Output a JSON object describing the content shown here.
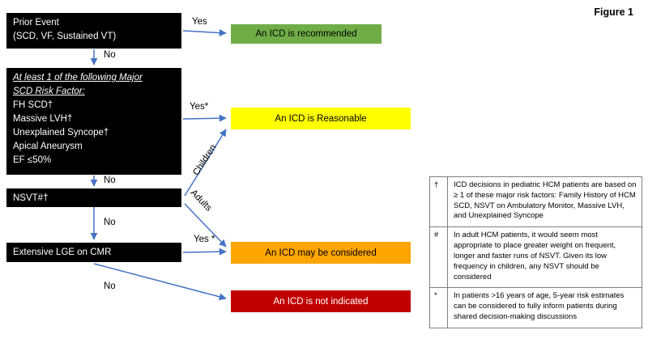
{
  "figure_label": "Figure 1",
  "nodes": {
    "prior_event": {
      "line1": "Prior Event",
      "line2": "(SCD, VF, Sustained VT)"
    },
    "risk_factors": {
      "heading1": "At least 1 of the following Major",
      "heading2": "SCD Risk Factor:",
      "items": [
        "FH SCD†",
        "Massive LVH†",
        "Unexplained Syncope†",
        "Apical Aneurysm",
        "EF ≤50%"
      ]
    },
    "nsvt": {
      "label": "NSVT#†"
    },
    "lge": {
      "label": "Extensive LGE on CMR"
    }
  },
  "outcomes": {
    "recommended": {
      "label": "An ICD is recommended",
      "color": "#70AD47"
    },
    "reasonable": {
      "label": "An ICD is Reasonable",
      "color": "#FFFF00"
    },
    "considered": {
      "label": "An ICD may be considered",
      "color": "#FFA500"
    },
    "not_indicated": {
      "label": "An ICD is not indicated",
      "color": "#C00000"
    }
  },
  "edges": {
    "yes1": "Yes",
    "no1": "No",
    "yes2": "Yes*",
    "children": "Children",
    "no2": "No",
    "adults": "Adults",
    "no3": "No",
    "yes3": "Yes *",
    "no4": "No"
  },
  "colors": {
    "arrow": "#4472C4"
  },
  "footnotes": [
    {
      "symbol": "†",
      "text": "ICD decisions in pediatric HCM patients are based on ≥ 1 of these major risk factors: Family History of HCM SCD, NSVT on Ambulatory Monitor, Massive LVH, and Unexplained Syncope"
    },
    {
      "symbol": "#",
      "text": "In adult HCM patients, it would seem most appropriate to place greater weight on frequent, longer and faster runs of NSVT. Given its low frequency in children, any NSVT should be considered"
    },
    {
      "symbol": "*",
      "text": "In patients >16 years of age, 5-year risk estimates can be considered to fully inform patients during shared decision-making discussions"
    }
  ]
}
